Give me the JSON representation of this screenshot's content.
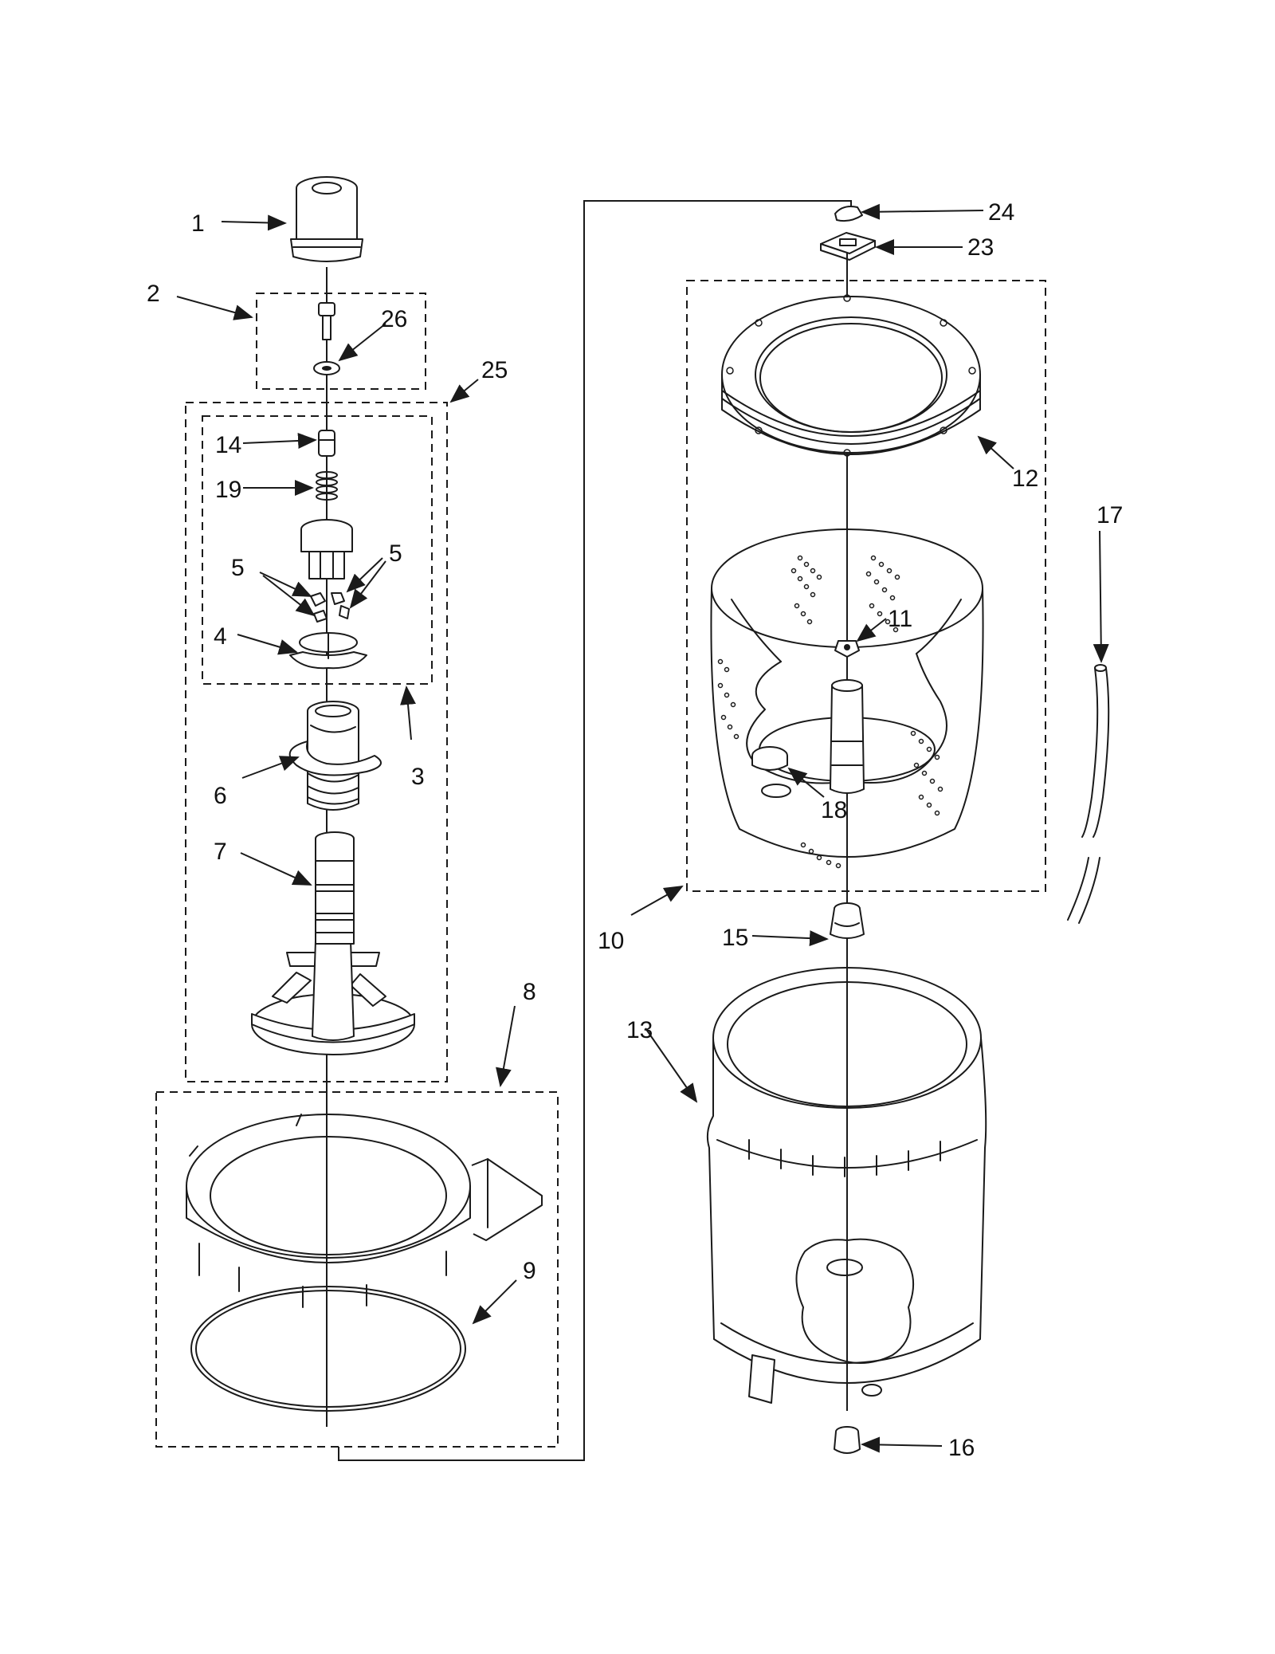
{
  "diagram": {
    "callouts": {
      "c1": "1",
      "c2": "2",
      "c3": "3",
      "c4": "4",
      "c5a": "5",
      "c5b": "5",
      "c6": "6",
      "c7": "7",
      "c8": "8",
      "c9": "9",
      "c10": "10",
      "c11": "11",
      "c12": "12",
      "c13": "13",
      "c14": "14",
      "c15": "15",
      "c16": "16",
      "c17": "17",
      "c18": "18",
      "c19": "19",
      "c23": "23",
      "c24": "24",
      "c25": "25",
      "c26": "26"
    },
    "parts": [
      {
        "ref": "1",
        "name": "agitator-cap-part"
      },
      {
        "ref": "2",
        "name": "bolt-assembly-part"
      },
      {
        "ref": "3",
        "name": "cam-kit-part"
      },
      {
        "ref": "4",
        "name": "dog-ramp-part"
      },
      {
        "ref": "5",
        "name": "agitator-dog-parts"
      },
      {
        "ref": "6",
        "name": "auger-part"
      },
      {
        "ref": "7",
        "name": "agitator-base-part"
      },
      {
        "ref": "8",
        "name": "tub-ring-part"
      },
      {
        "ref": "9",
        "name": "tub-ring-seal-part"
      },
      {
        "ref": "10",
        "name": "basket-assembly-part"
      },
      {
        "ref": "11",
        "name": "drive-block-part"
      },
      {
        "ref": "12",
        "name": "balance-ring-part"
      },
      {
        "ref": "13",
        "name": "outer-tub-part"
      },
      {
        "ref": "14",
        "name": "plug-part"
      },
      {
        "ref": "15",
        "name": "bushing-part"
      },
      {
        "ref": "16",
        "name": "drain-plug-part"
      },
      {
        "ref": "17",
        "name": "hose-part"
      },
      {
        "ref": "18",
        "name": "basket-plug-part"
      },
      {
        "ref": "19",
        "name": "spring-part"
      },
      {
        "ref": "23",
        "name": "clip-part"
      },
      {
        "ref": "24",
        "name": "fastener-part"
      },
      {
        "ref": "25",
        "name": "agitator-assembly-part"
      },
      {
        "ref": "26",
        "name": "washer-part"
      }
    ]
  }
}
